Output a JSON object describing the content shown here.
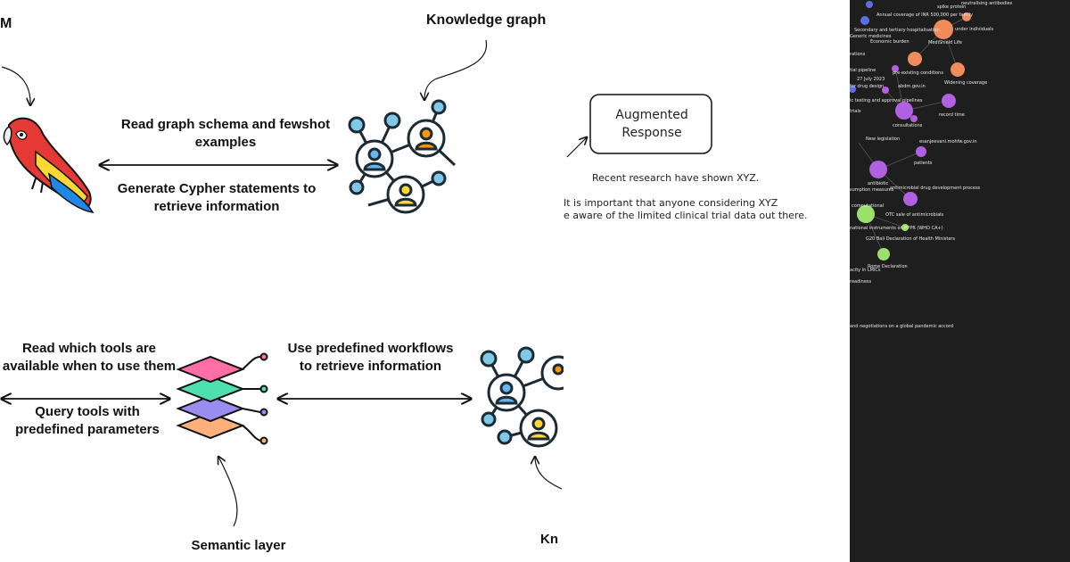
{
  "top_section": {
    "llm_label": "M",
    "kg_label": "Knowledge graph",
    "arrow_text_top": "Read graph schema and fewshot examples",
    "arrow_text_bottom": "Generate Cypher statements to retrieve information"
  },
  "bottom_section": {
    "left_text_top": "Read which tools are available when to use them",
    "left_text_bottom": "Query tools with predefined parameters",
    "right_text": "Use predefined workflows to retrieve information",
    "semantic_label": "Semantic layer",
    "kg_label_cut": "Kn"
  },
  "response": {
    "box_text": "Augmented Response",
    "line1": "Recent research have shown XYZ.",
    "line2": "It is important that anyone considering XYZ",
    "line3": "e aware of the limited clinical trial data out there."
  },
  "graph_panel": {
    "labels": [
      "neutralising antibodies",
      "spike protein",
      "Annual coverage of INR 500,000 per family",
      "Secondary and tertiary hospitalisation",
      "under individuals",
      "Generic medicines",
      "Economic burden",
      "MediShield Life",
      "rations",
      "tial pipeline",
      "pre-existing conditions",
      "27 July 2023",
      "Widening coverage",
      "for drug design",
      "abdm.gov.in",
      "ic testing and approval pipelines",
      "record time",
      "trials",
      "consultations",
      "New legislation",
      "esanjeevani.mohfw.gov.in",
      "patients",
      "antibiotic",
      "sumption measures",
      "antimicrobial drug development process",
      "computational",
      "OTC sale of antimicrobials",
      "national instruments on PPPR (WHO CA+)",
      "G20 Bali Declaration of Health Ministers",
      "Rome Declaration",
      "acity in LMICs",
      "readiness",
      "and negotiations on a global pandemic accord"
    ]
  }
}
